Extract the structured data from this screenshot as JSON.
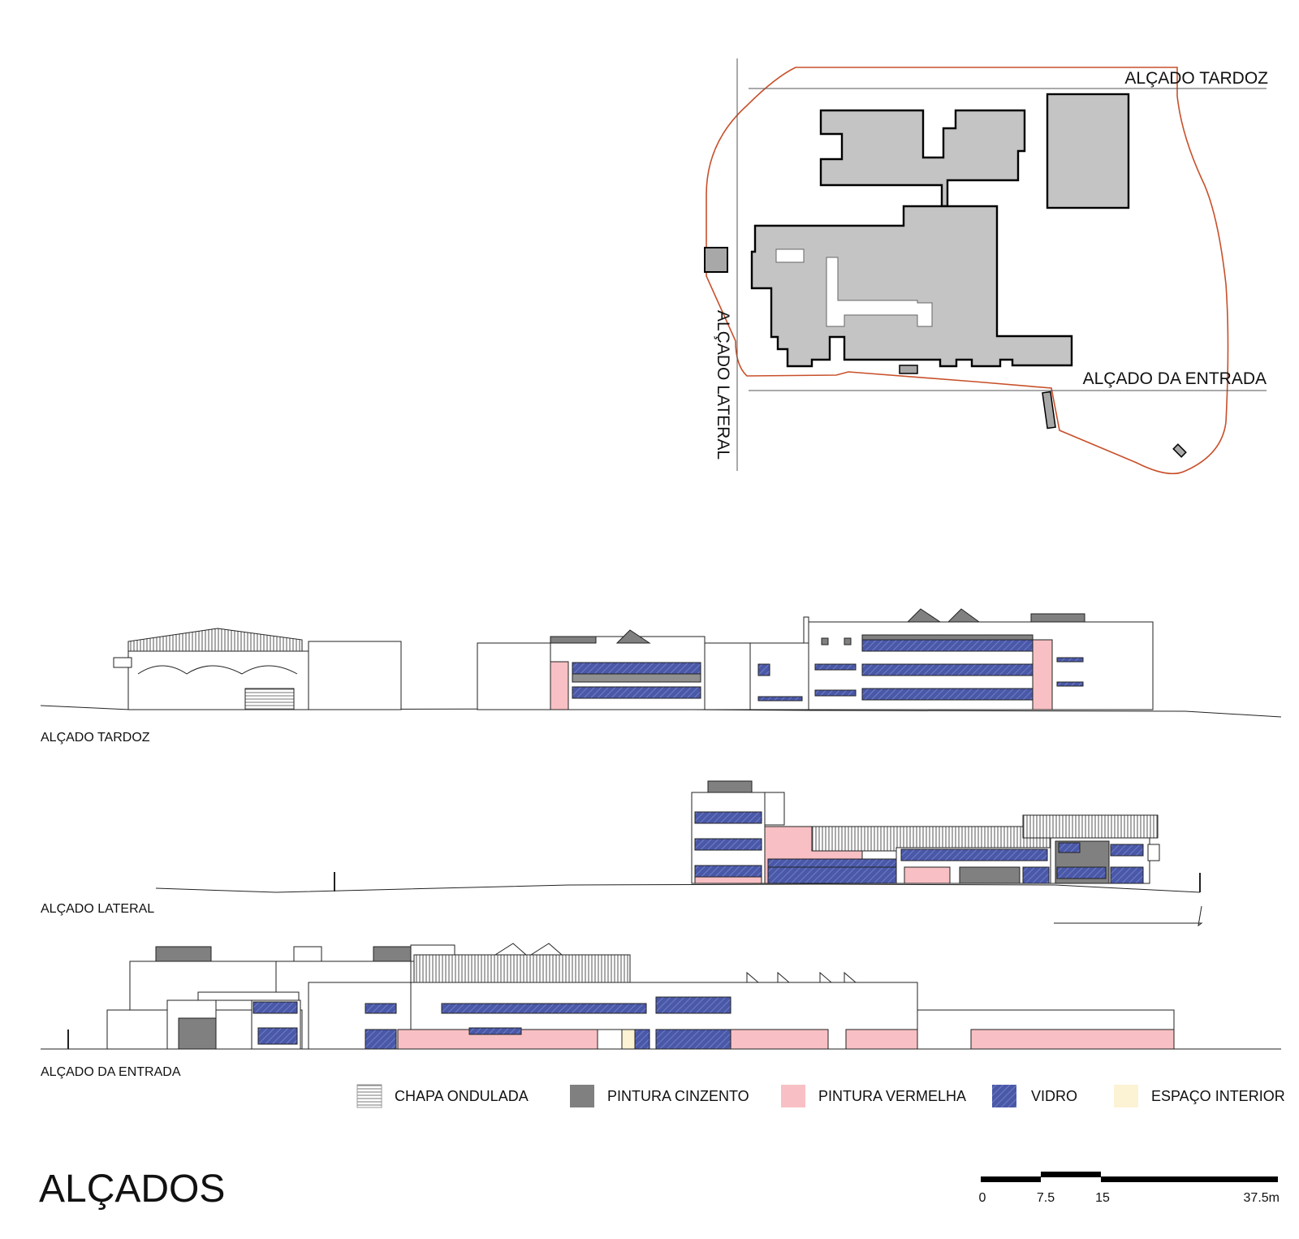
{
  "site_plan": {
    "label_rear": "ALÇADO TARDOZ",
    "label_entrance": "ALÇADO DA ENTRADA",
    "label_side": "ALÇADO LATERAL"
  },
  "elevations": {
    "rear_title": "ALÇADO TARDOZ",
    "side_title": "ALÇADO LATERAL",
    "entrance_title": "ALÇADO DA ENTRADA"
  },
  "legend": [
    {
      "key": "chapa",
      "label": "CHAPA ONDULADA",
      "color": "#d8d8d8"
    },
    {
      "key": "cinzento",
      "label": "PINTURA CINZENTO",
      "color": "#808080"
    },
    {
      "key": "vermelha",
      "label": "PINTURA VERMELHA",
      "color": "#f8c0c4"
    },
    {
      "key": "vidro",
      "label": "VIDRO",
      "color": "#4a58a8"
    },
    {
      "key": "interior",
      "label": "ESPAÇO INTERIOR",
      "color": "#fcf2d4"
    }
  ],
  "sheet_title": "ALÇADOS",
  "scale_bar": {
    "ticks": [
      "0",
      "7.5",
      "15",
      "37.5m"
    ]
  },
  "colors": {
    "site_boundary": "#c8502a",
    "building_fill": "#c4c4c4",
    "glass": "#4a58a8",
    "red_paint": "#f8c0c4",
    "grey_paint": "#808080"
  }
}
